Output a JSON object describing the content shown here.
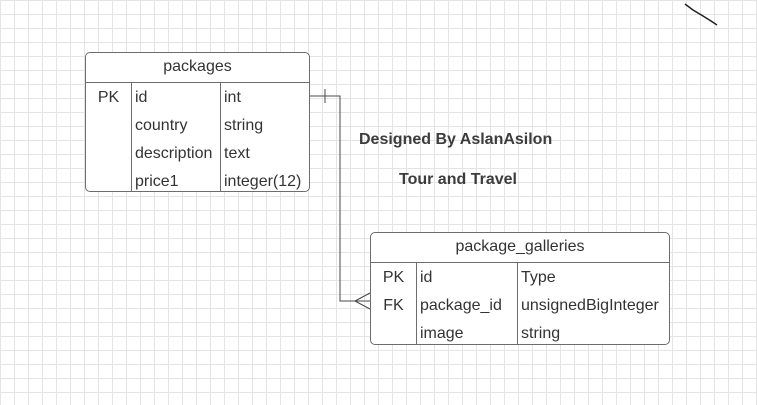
{
  "tables": {
    "packages": {
      "title": "packages",
      "rows": [
        {
          "key": "PK",
          "name": "id",
          "type": "int"
        },
        {
          "key": "",
          "name": "country",
          "type": "string"
        },
        {
          "key": "",
          "name": "description",
          "type": "text"
        },
        {
          "key": "",
          "name": "price1",
          "type": "integer(12)"
        }
      ]
    },
    "package_galleries": {
      "title": "package_galleries",
      "rows": [
        {
          "key": "PK",
          "name": "id",
          "type": "Type"
        },
        {
          "key": "FK",
          "name": "package_id",
          "type": "unsignedBigInteger"
        },
        {
          "key": "",
          "name": "image",
          "type": "string"
        }
      ]
    }
  },
  "annotations": {
    "designer": "Designed By AslanAsilon",
    "project": "Tour and Travel"
  },
  "relationship": {
    "from": "packages.id",
    "to": "package_galleries.package_id",
    "type": "one-to-many"
  }
}
